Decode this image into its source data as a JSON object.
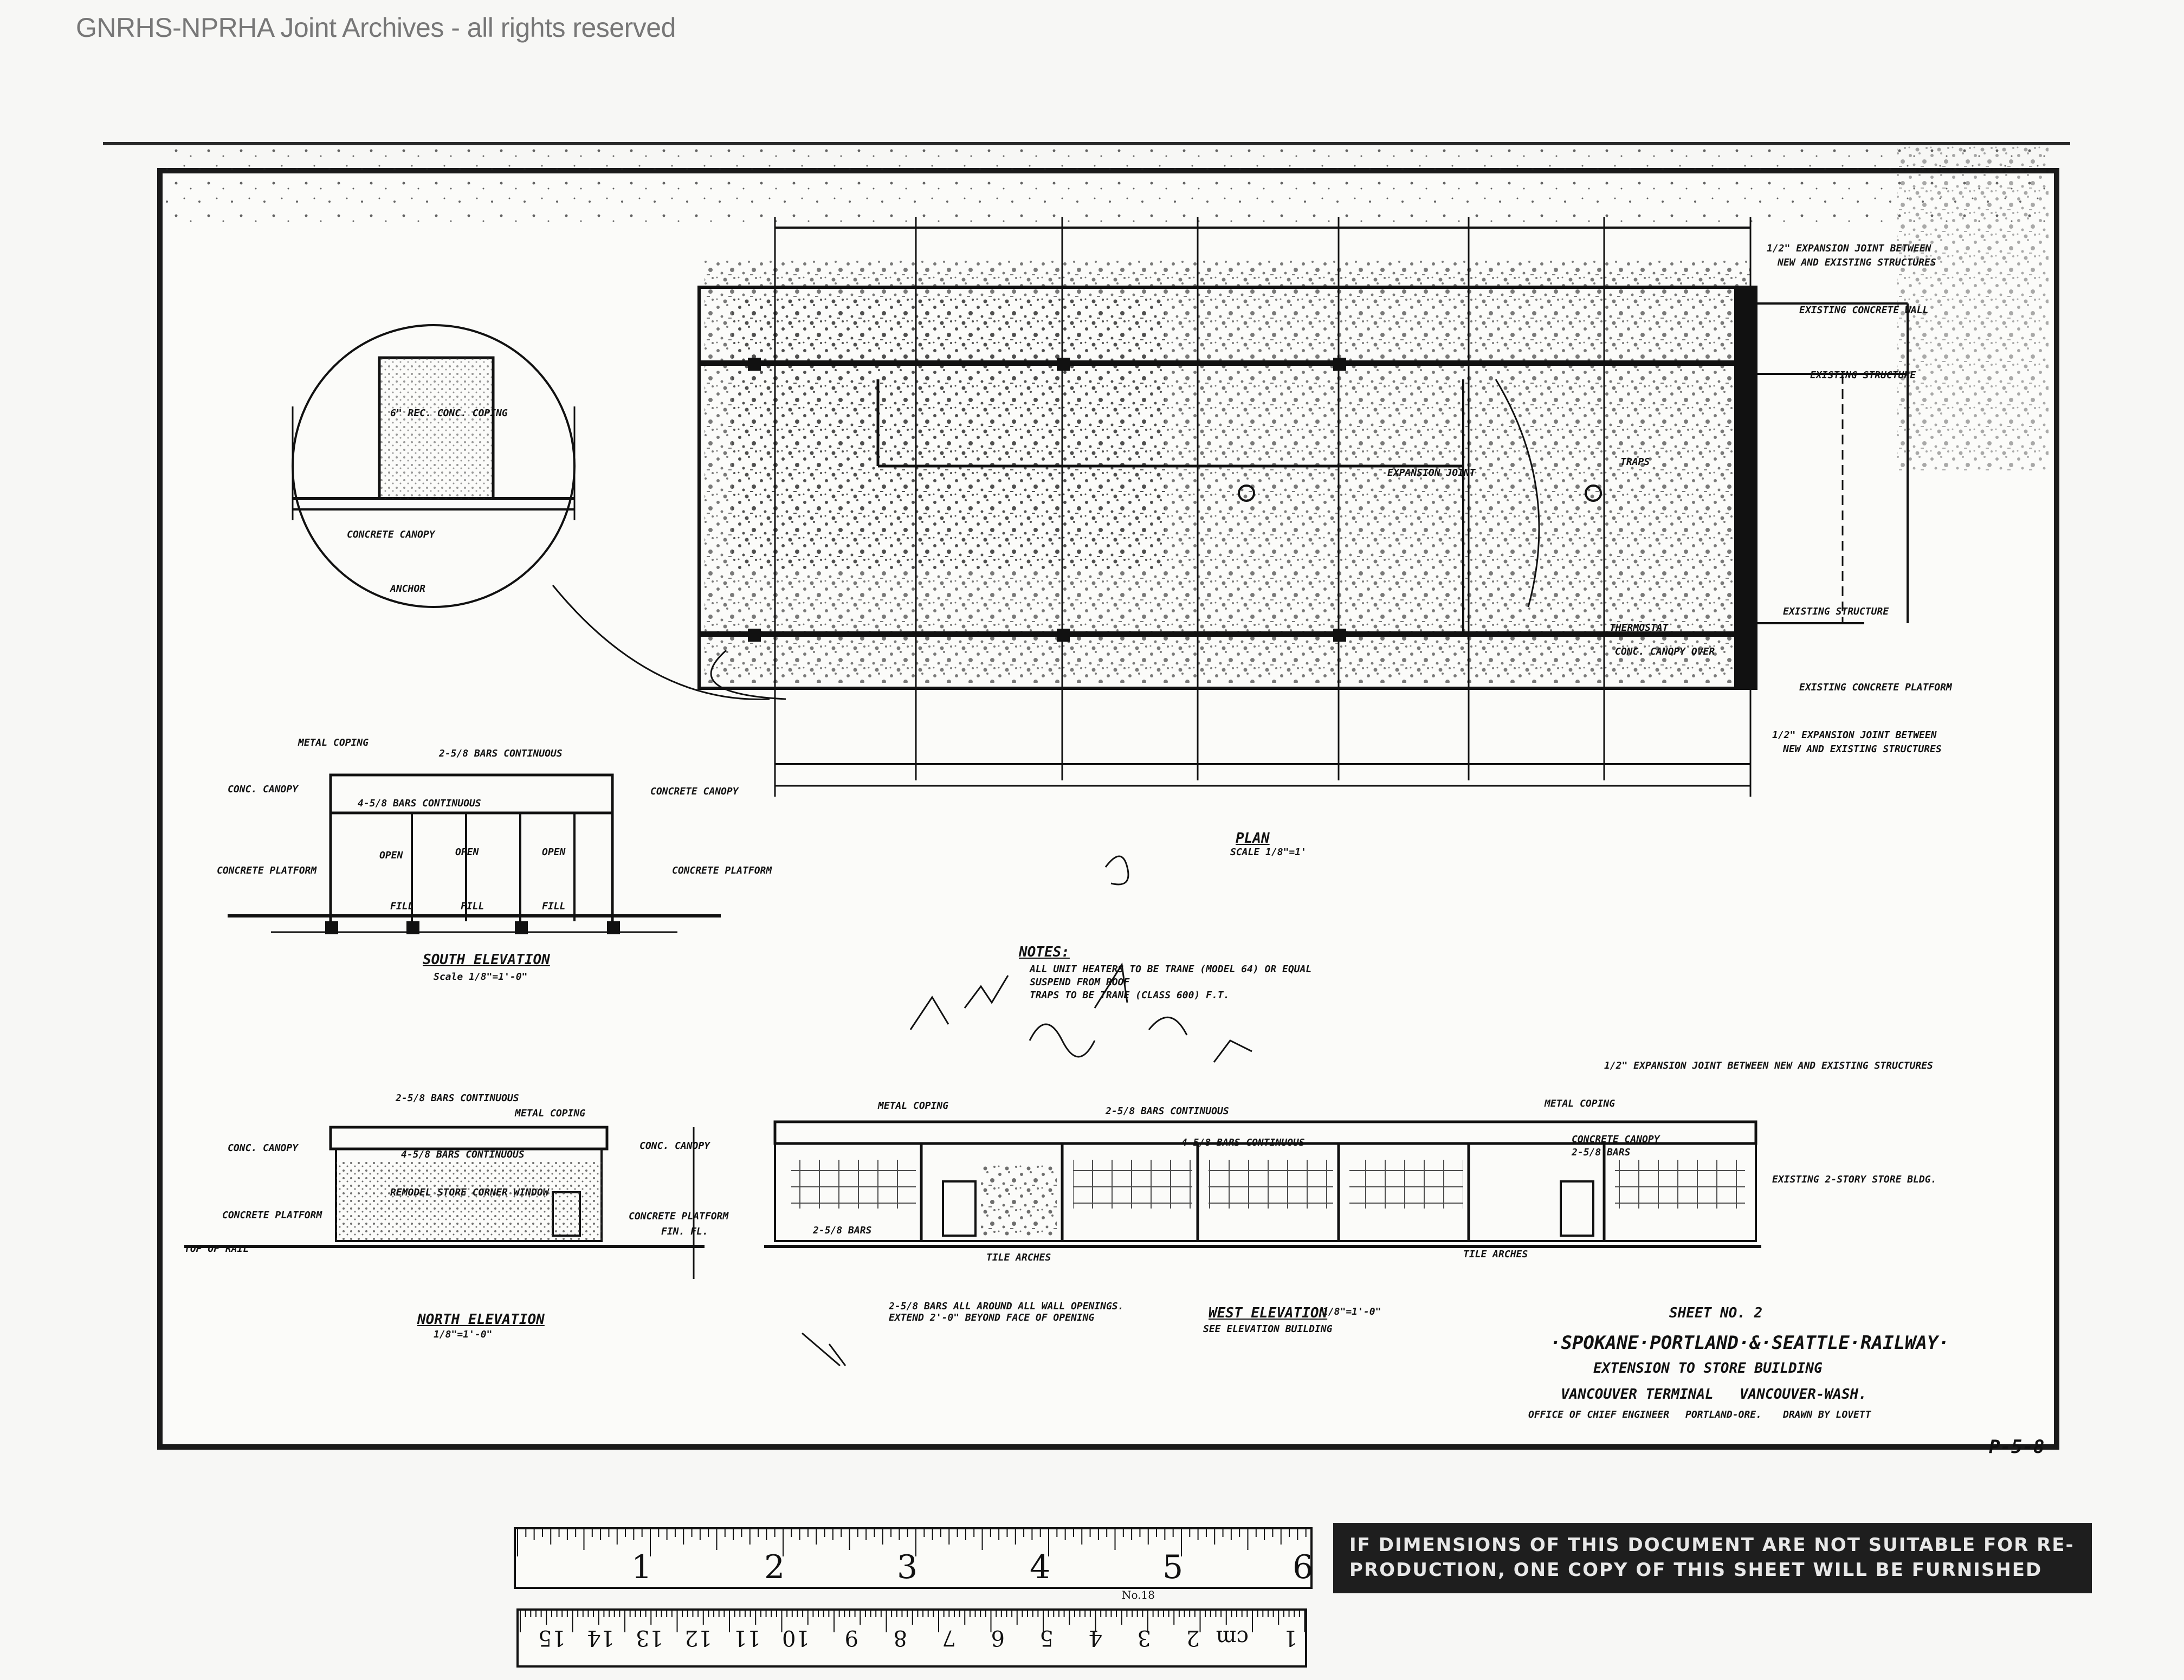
{
  "watermark": "GNRHS-NPRHA Joint Archives - all rights reserved",
  "drawing": {
    "sheet_no": "SHEET NO. 2",
    "railway": "·SPOKANE·PORTLAND·&·SEATTLE·RAILWAY·",
    "subject": "EXTENSION TO STORE BUILDING",
    "location_left": "VANCOUVER TERMINAL",
    "location_right": "VANCOUVER-WASH.",
    "office": "OFFICE OF CHIEF ENGINEER",
    "city": "PORTLAND-ORE.",
    "drawn_by": "DRAWN BY LOVETT",
    "sheet_ref": "P-5-8"
  },
  "plan": {
    "title": "PLAN",
    "scale": "SCALE 1/8\"=1'",
    "notes_top": [
      "1/2\" EXPANSION JOINT BETWEEN",
      "NEW AND EXISTING STRUCTURES"
    ],
    "existing_concrete_wall": "EXISTING CONCRETE WALL",
    "existing_structure_top": "EXISTING STRUCTURE",
    "existing_structure_bottom": "EXISTING STRUCTURE",
    "existing_platform": "EXISTING CONCRETE PLATFORM",
    "notes_bottom": [
      "1/2\" EXPANSION JOINT BETWEEN",
      "NEW AND EXISTING STRUCTURES"
    ],
    "expansion_joint": "EXPANSION JOINT",
    "thermostat": "THERMOSTAT",
    "canopy_over": "CONC. CANOPY OVER",
    "traps": "TRAPS"
  },
  "detail": {
    "label_a": "6\" REC. CONC. COPING",
    "label_b": "CONCRETE CANOPY",
    "label_c": "ANCHOR"
  },
  "south_elevation": {
    "title": "SOUTH ELEVATION",
    "scale": "Scale 1/8\"=1'-0\"",
    "metal_coping": "METAL COPING",
    "bars_top": "2-5/8 BARS CONTINUOUS",
    "conc_canopy": "CONC. CANOPY",
    "bars_mid": "4-5/8 BARS CONTINUOUS",
    "concrete_canopy": "CONCRETE CANOPY",
    "open": "OPEN",
    "concrete_platform_left": "CONCRETE PLATFORM",
    "concrete_platform_right": "CONCRETE PLATFORM",
    "fill": "FILL"
  },
  "notes": {
    "title": "NOTES:",
    "lines": [
      "ALL UNIT HEATERS TO BE TRANE (MODEL 64) OR EQUAL",
      "SUSPEND FROM ROOF",
      "TRAPS TO BE TRANE (CLASS 600) F.T."
    ]
  },
  "north_elevation": {
    "title": "NORTH ELEVATION",
    "scale": "1/8\"=1'-0\"",
    "bars_top": "2-5/8 BARS CONTINUOUS",
    "metal_coping": "METAL COPING",
    "conc_canopy": "CONC. CANOPY",
    "bars_mid": "4-5/8 BARS CONTINUOUS",
    "conc_canopy_right": "CONC. CANOPY",
    "concrete_platform": "CONCRETE PLATFORM",
    "concrete_platform_right": "CONCRETE PLATFORM",
    "fin_fl": "FIN. FL.",
    "top_of_rail": "TOP OF RAIL",
    "window": "REMODEL STORE CORNER WINDOW"
  },
  "west_elevation": {
    "title": "WEST ELEVATION",
    "scale": "1/8\"=1'-0\"",
    "subtitle": "SEE ELEVATION BUILDING",
    "expansion_note": "1/2\" EXPANSION JOINT BETWEEN NEW AND EXISTING STRUCTURES",
    "metal_coping_left": "METAL COPING",
    "bars_top": "2-5/8 BARS CONTINUOUS",
    "metal_coping_right": "METAL COPING",
    "concrete_canopy": "CONCRETE CANOPY",
    "bars_2": "2-5/8 BARS",
    "existing_store": "EXISTING 2-STORY STORE BLDG.",
    "bars_mid": "4-5/8 BARS CONTINUOUS",
    "bars_left": "2-5/8 BARS",
    "tile_arches": "TILE ARCHES",
    "tile_arches_2": "TILE ARCHES",
    "bars_note": "2-5/8 BARS ALL AROUND ALL WALL OPENINGS. EXTEND 2'-0\" BEYOND FACE OF OPENING"
  },
  "ruler": {
    "inches": [
      "1",
      "2",
      "3",
      "4",
      "5",
      "6"
    ],
    "cm": [
      "1",
      "cm",
      "2",
      "3",
      "4",
      "5",
      "6",
      "7",
      "8",
      "9",
      "10",
      "11",
      "12",
      "13",
      "14",
      "15"
    ],
    "model": "No.18"
  },
  "notice": {
    "line1": "IF DIMENSIONS OF THIS DOCUMENT ARE NOT SUITABLE FOR RE-",
    "line2": "PRODUCTION, ONE COPY OF THIS SHEET WILL BE FURNISHED"
  }
}
